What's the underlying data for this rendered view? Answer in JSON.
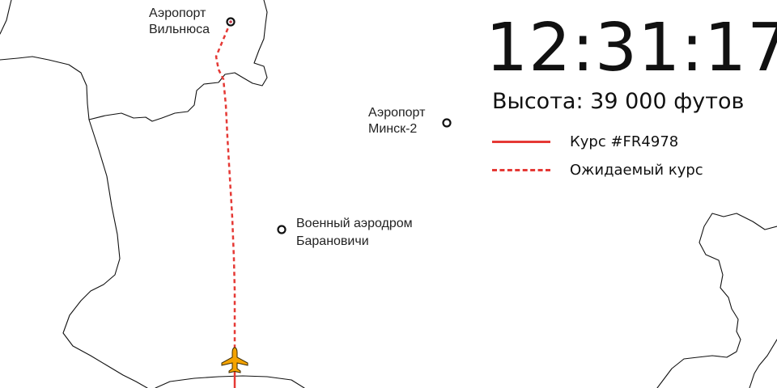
{
  "clock": {
    "time": "12:31:17"
  },
  "flight": {
    "altitude_text": "Высота: 39 000 футов"
  },
  "legend": {
    "actual_label": "Курс #FR4978",
    "expected_label": "Ожидаемый курс"
  },
  "airports": {
    "vilnius": {
      "line1": "Аэропорт",
      "line2": "Вильнюса"
    },
    "minsk": {
      "line1": "Аэропорт",
      "line2": "Минск-2"
    },
    "baranovichi": {
      "line1": "Военный аэродром",
      "line2": "Барановичи"
    }
  },
  "colors": {
    "route": "#e53935",
    "plane": "#f4a300",
    "border": "#111111"
  },
  "icons": {
    "plane": "airplane-icon",
    "airport": "airport-marker-icon"
  }
}
